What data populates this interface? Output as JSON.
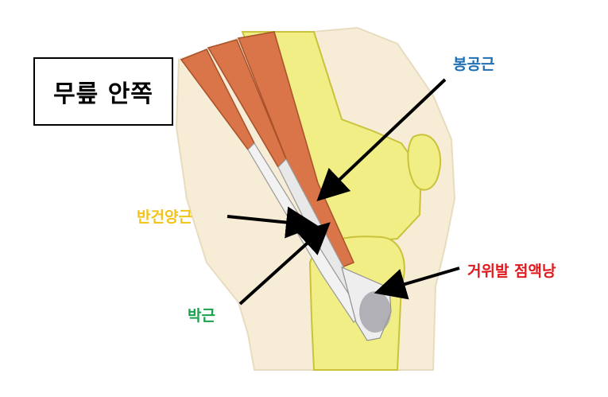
{
  "title": "무릎 안쪽",
  "labels": {
    "sartorius": "봉공근",
    "semitendinosus": "반건양근",
    "gracilis": "박근",
    "pes_anserine_bursa": "거위발 점액낭"
  },
  "colors": {
    "sartorius": "#1f6fb2",
    "semitendinosus": "#f3c316",
    "gracilis": "#1aa14b",
    "pes_anserine_bursa": "#e0191e",
    "skin": "#f7ecd6",
    "bone": "#f1ee86",
    "bone_outline": "#c9c23a",
    "muscle": "#d97548",
    "tendon": "#e8e8e8",
    "bursa": "#9b9ba3",
    "arrow": "#000000"
  }
}
